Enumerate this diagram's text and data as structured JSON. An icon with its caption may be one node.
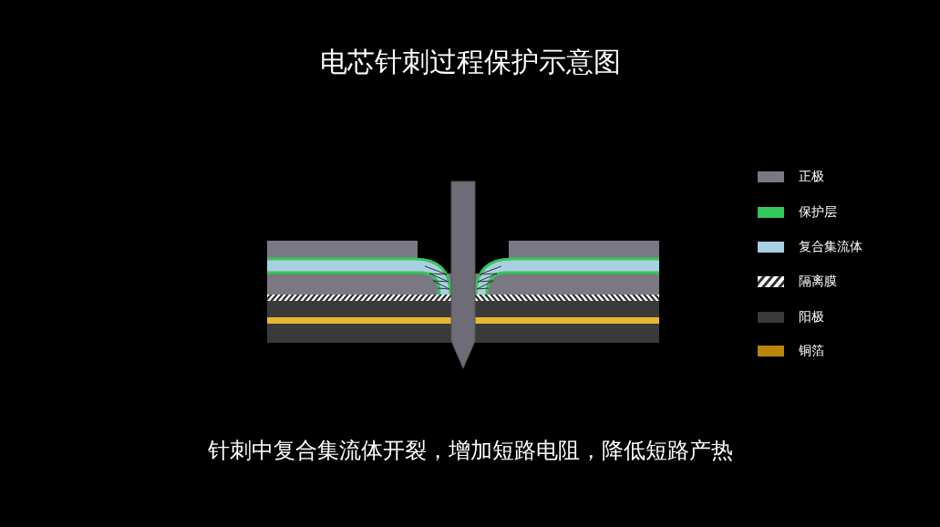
{
  "diagram": {
    "title": "电芯针刺过程保护示意图",
    "caption": "针刺中复合集流体开裂，增加短路电阻，降低短路产热",
    "legend": [
      {
        "text": "正极",
        "color": "#7a7983"
      },
      {
        "text": "保护层",
        "color": "#34c759"
      },
      {
        "text": "复合集流体",
        "color": "#a8d0e0"
      },
      {
        "text": "隔离膜"
      },
      {
        "text": "阳极",
        "color": "#3a3a3a"
      },
      {
        "text": "铜箔",
        "color": "#b8860b"
      }
    ]
  }
}
